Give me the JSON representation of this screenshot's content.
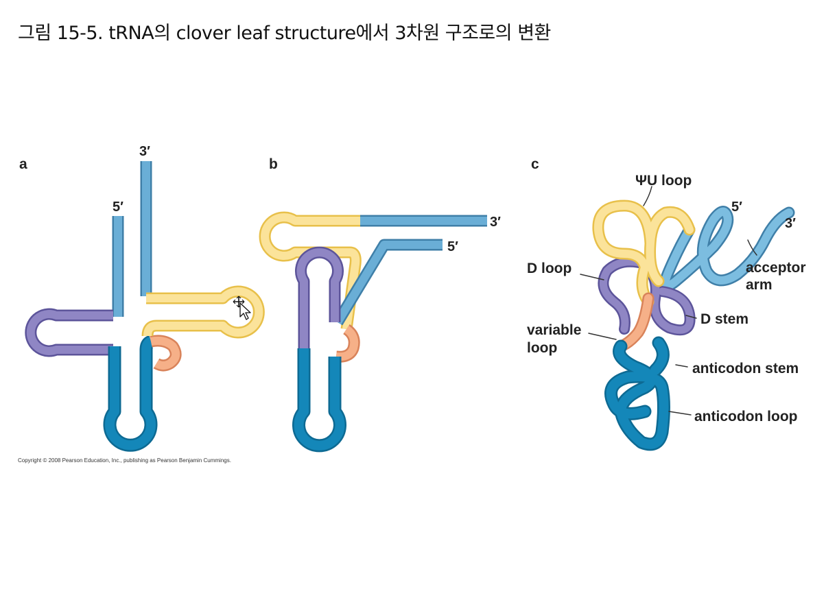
{
  "title": "그림 15-5. tRNA의 clover leaf structure에서 3차원 구조로의 변환",
  "panels": {
    "a": "a",
    "b": "b",
    "c": "c"
  },
  "ends": {
    "three_prime": "3′",
    "five_prime": "5′"
  },
  "labels": {
    "psi_u_loop": "ΨU loop",
    "acceptor_arm_1": "acceptor",
    "acceptor_arm_2": "arm",
    "d_loop": "D loop",
    "d_stem": "D stem",
    "variable_loop_1": "variable",
    "variable_loop_2": "loop",
    "anticodon_stem": "anticodon stem",
    "anticodon_loop": "anticodon loop"
  },
  "copyright": "Copyright © 2008 Pearson Education, Inc., publishing as Pearson Benjamin Cummings.",
  "colors": {
    "acceptor": "#6aaed6",
    "acceptor_outline": "#3f7fa8",
    "psi_loop": "#fbe39a",
    "psi_outline": "#e8c04a",
    "d_loop": "#8f86c4",
    "d_outline": "#5c549a",
    "variable": "#f6b088",
    "variable_outline": "#d9835a",
    "anticodon": "#1487b9",
    "anticodon_outline": "#0d6a93"
  }
}
